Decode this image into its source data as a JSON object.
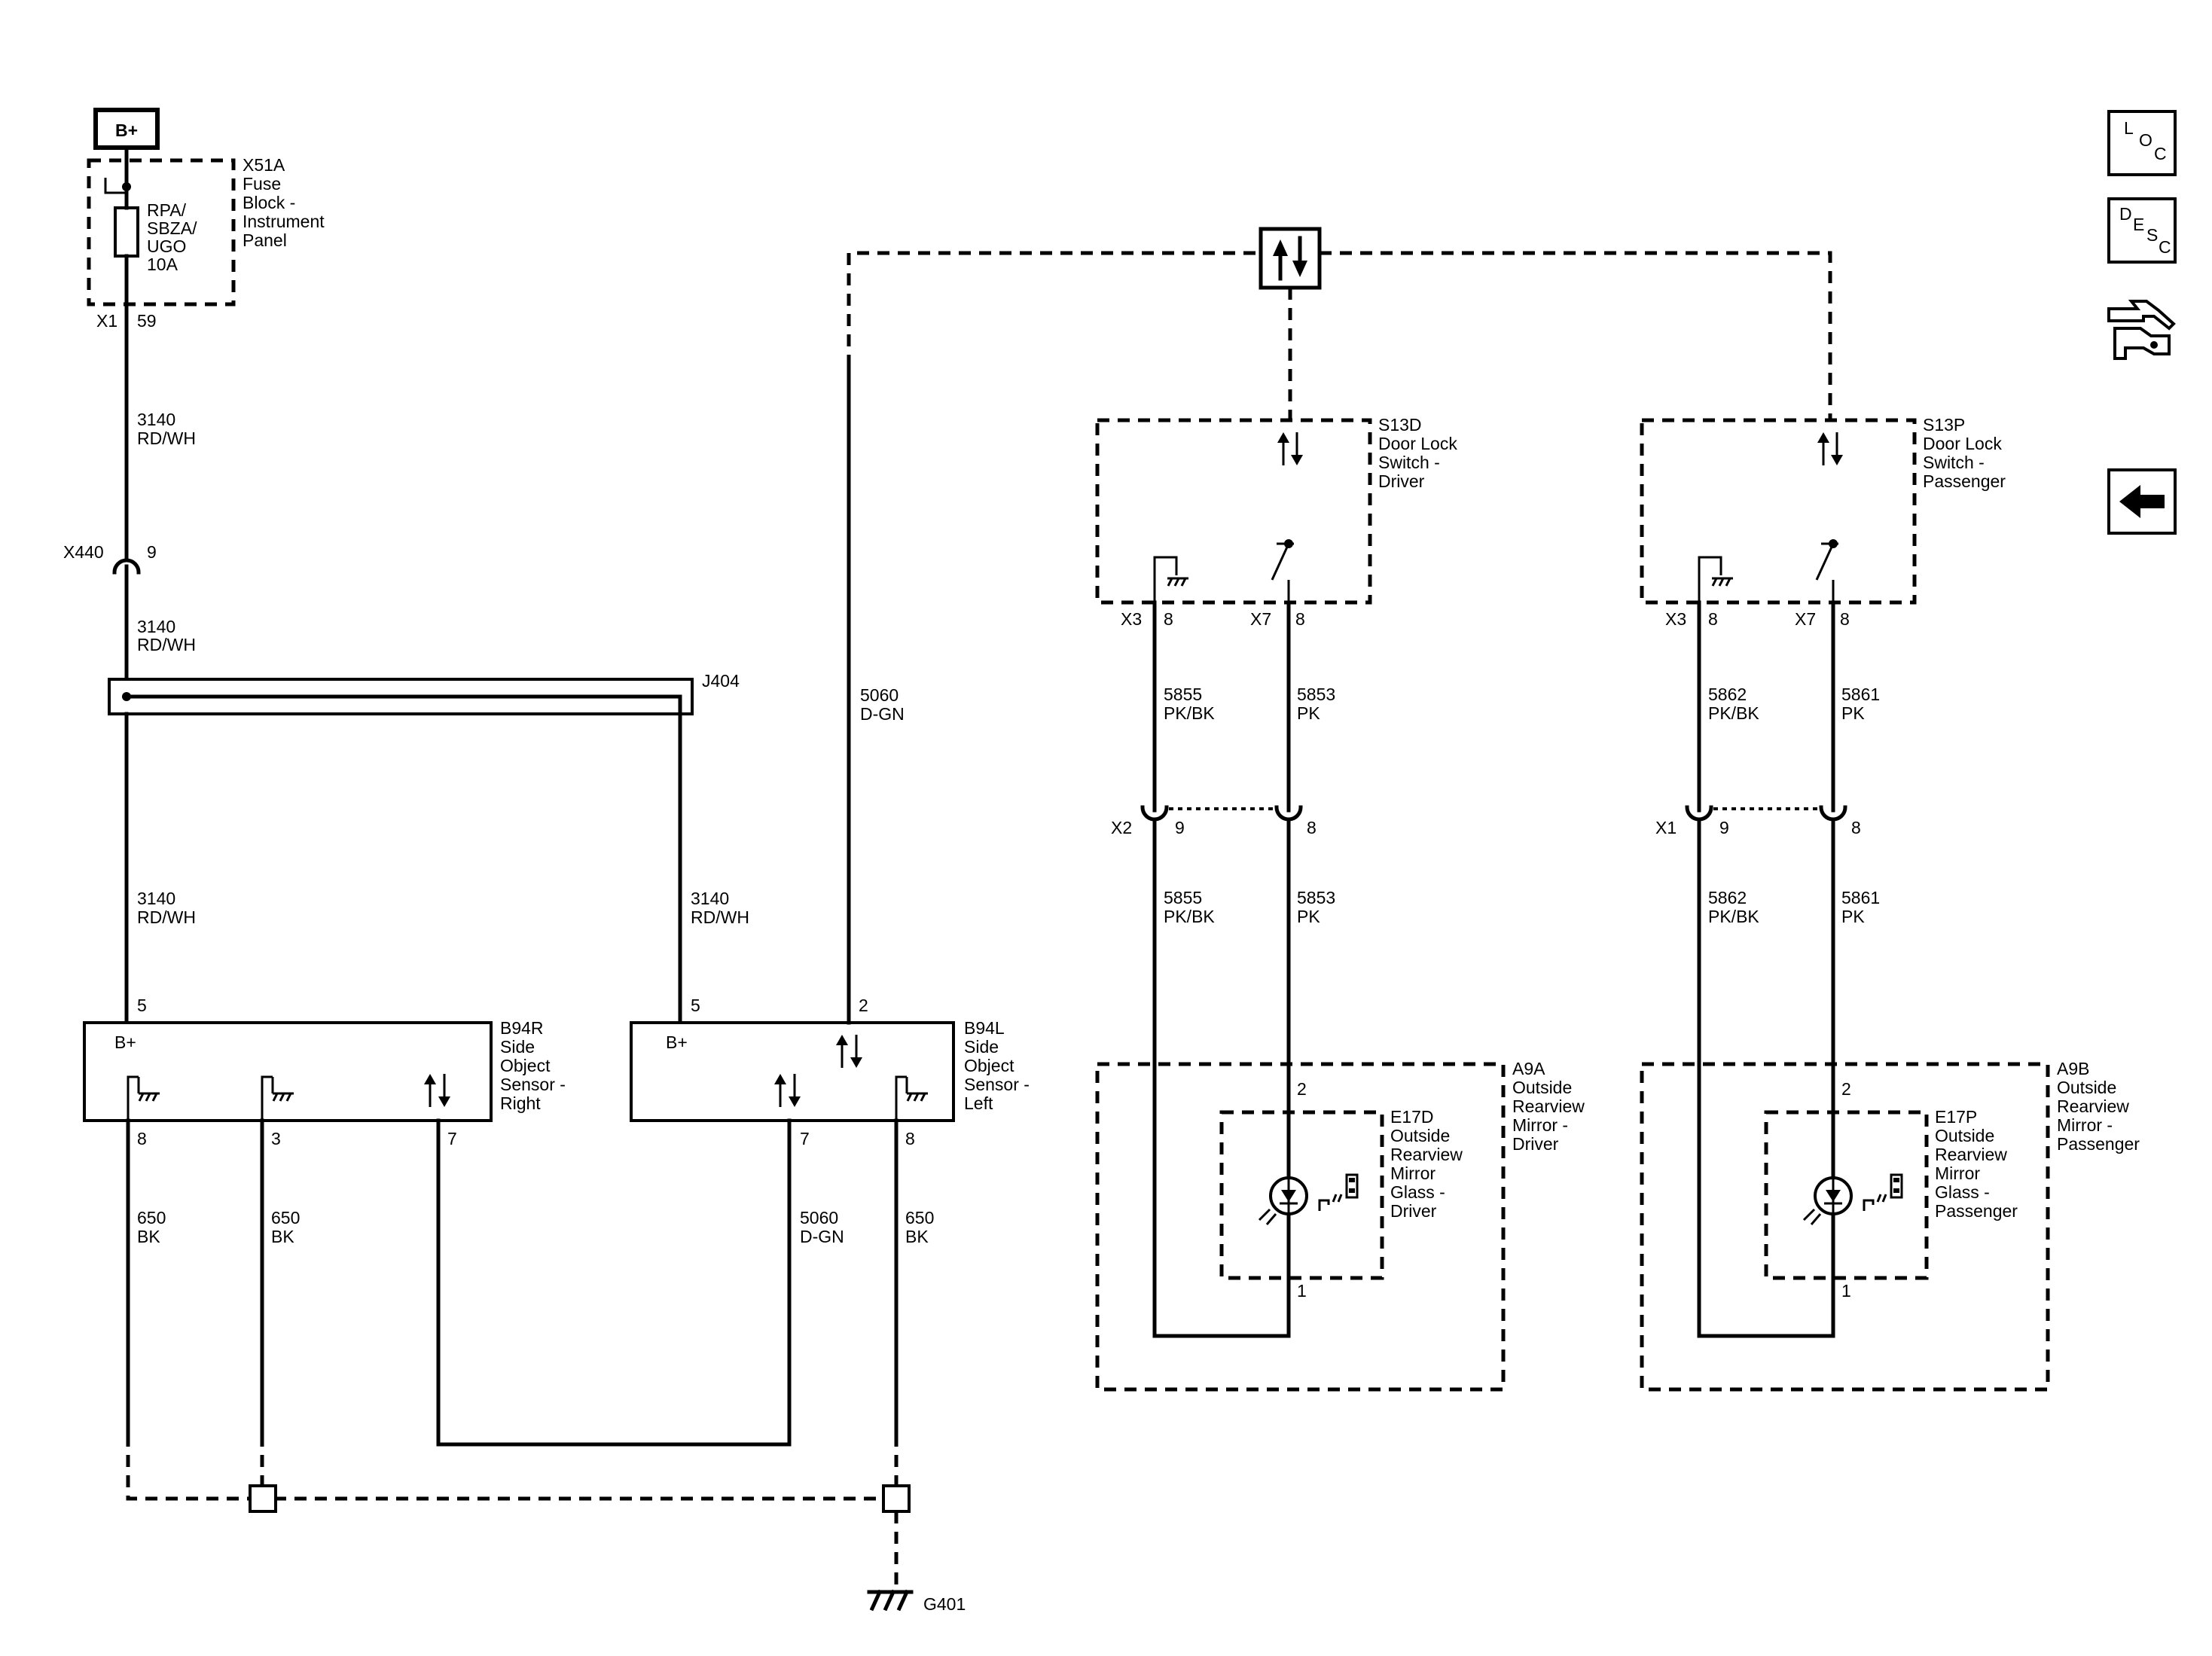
{
  "power": {
    "label": "B+"
  },
  "fuse_block": {
    "id": "X51A",
    "name_lines": [
      "Fuse",
      "Block -",
      "Instrument",
      "Panel"
    ],
    "fuse_lines": [
      "RPA/",
      "SBZA/",
      "UGO",
      "10A"
    ],
    "connector": "X1",
    "pin": "59"
  },
  "inline_x440": {
    "id": "X440",
    "pin": "9"
  },
  "splice_j404": {
    "id": "J404"
  },
  "wires": {
    "w3140": {
      "circuit": "3140",
      "color": "RD/WH"
    },
    "w5060": {
      "circuit": "5060",
      "color": "D-GN"
    },
    "w650": {
      "circuit": "650",
      "color": "BK"
    },
    "w5855": {
      "circuit": "5855",
      "color": "PK/BK"
    },
    "w5853": {
      "circuit": "5853",
      "color": "PK"
    },
    "w5862": {
      "circuit": "5862",
      "color": "PK/BK"
    },
    "w5861": {
      "circuit": "5861",
      "color": "PK"
    }
  },
  "sensor_right": {
    "id": "B94R",
    "name_lines": [
      "Side",
      "Object",
      "Sensor -",
      "Right"
    ],
    "bplus": "B+",
    "pin_power": "5",
    "pin_gnd_a": "8",
    "pin_gnd_b": "3",
    "pin_data": "7"
  },
  "sensor_left": {
    "id": "B94L",
    "name_lines": [
      "Side",
      "Object",
      "Sensor -",
      "Left"
    ],
    "bplus": "B+",
    "pin_power": "5",
    "pin_serial": "2",
    "pin_data": "7",
    "pin_gnd": "8"
  },
  "ground": {
    "id": "G401"
  },
  "switch_driver": {
    "id": "S13D",
    "name_lines": [
      "Door Lock",
      "Switch -",
      "Driver"
    ],
    "conn_a": "X3",
    "pin_a": "8",
    "conn_b": "X7",
    "pin_b": "8"
  },
  "switch_passenger": {
    "id": "S13P",
    "name_lines": [
      "Door Lock",
      "Switch -",
      "Passenger"
    ],
    "conn_a": "X3",
    "pin_a": "8",
    "conn_b": "X7",
    "pin_b": "8"
  },
  "inline_driver": {
    "conn": "X2",
    "pin_a": "9",
    "pin_b": "8"
  },
  "inline_passenger": {
    "conn": "X1",
    "pin_a": "9",
    "pin_b": "8"
  },
  "mirror_driver": {
    "id": "A9A",
    "name_lines": [
      "Outside",
      "Rearview",
      "Mirror -",
      "Driver"
    ],
    "glass_id": "E17D",
    "glass_lines": [
      "Outside",
      "Rearview",
      "Mirror",
      "Glass -",
      "Driver"
    ],
    "pin_top": "2",
    "pin_bottom": "1"
  },
  "mirror_passenger": {
    "id": "A9B",
    "name_lines": [
      "Outside",
      "Rearview",
      "Mirror -",
      "Passenger"
    ],
    "glass_id": "E17P",
    "glass_lines": [
      "Outside",
      "Rearview",
      "Mirror",
      "Glass -",
      "Passenger"
    ],
    "pin_top": "2",
    "pin_bottom": "1"
  },
  "sidebar": {
    "loc": [
      "L",
      "O",
      "C"
    ],
    "desc": [
      "D",
      "E",
      "S",
      "C"
    ]
  }
}
